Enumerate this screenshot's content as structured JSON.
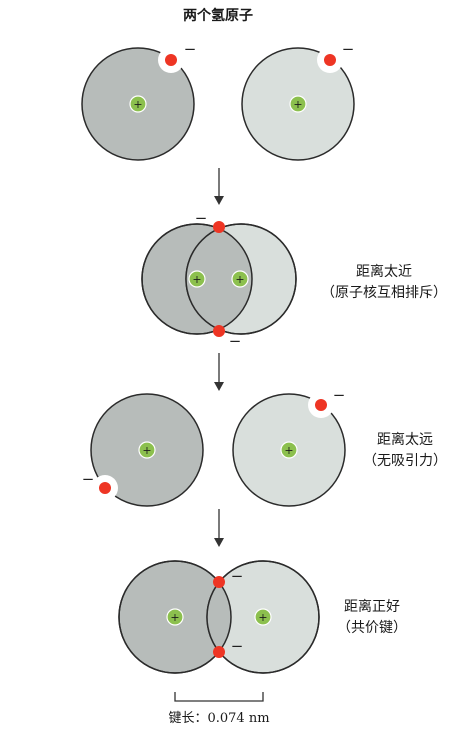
{
  "title": "两个氢原子",
  "stages": [
    {
      "label_1": "",
      "label_2": ""
    },
    {
      "label_1": "距离太近",
      "label_2": "（原子核互相排斥）"
    },
    {
      "label_1": "距离太远",
      "label_2": "（无吸引力）"
    },
    {
      "label_1": "距离正好",
      "label_2": "（共价键）"
    }
  ],
  "nucleus_symbol": "+",
  "electron_symbol": "−",
  "bond_length_label": "键长：0.074 nm",
  "colors": {
    "atom_dark": "#b7bcba",
    "atom_light": "#d9dfdc",
    "nucleus": "#8cc04e",
    "electron": "#ee3524",
    "outline": "#2b2b2b"
  }
}
